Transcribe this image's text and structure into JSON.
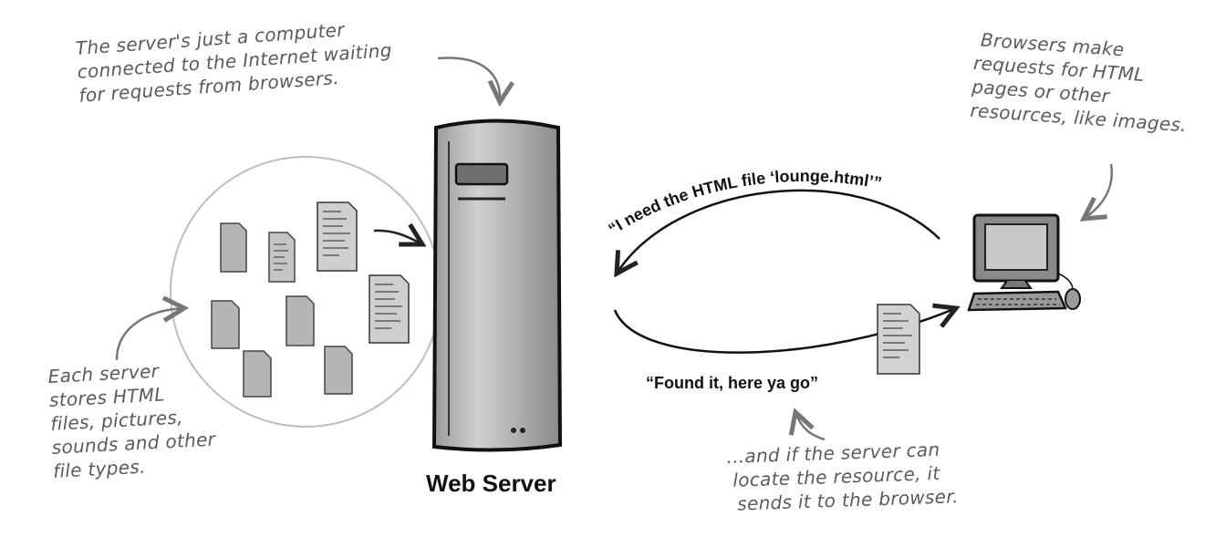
{
  "annotations": {
    "server_note": [
      "The server's just a computer",
      "connected to the Internet waiting",
      "for requests from browsers."
    ],
    "browser_note": [
      "Browsers make",
      "requests for HTML",
      "pages or other",
      "resources, like images."
    ],
    "storage_note": [
      "Each server",
      "stores HTML",
      "files, pictures,",
      "sounds and other",
      "file types."
    ],
    "response_note": [
      "...and if the server can",
      "locate the resource, it",
      "sends it to the browser."
    ]
  },
  "speech": {
    "request": "“I need the HTML file ‘lounge.html’”",
    "response": "“Found it, here ya go”"
  },
  "labels": {
    "server": "Web Server"
  },
  "icons": [
    "server-tower-icon",
    "computer-monitor-icon",
    "keyboard-icon",
    "mouse-icon",
    "document-icon"
  ]
}
